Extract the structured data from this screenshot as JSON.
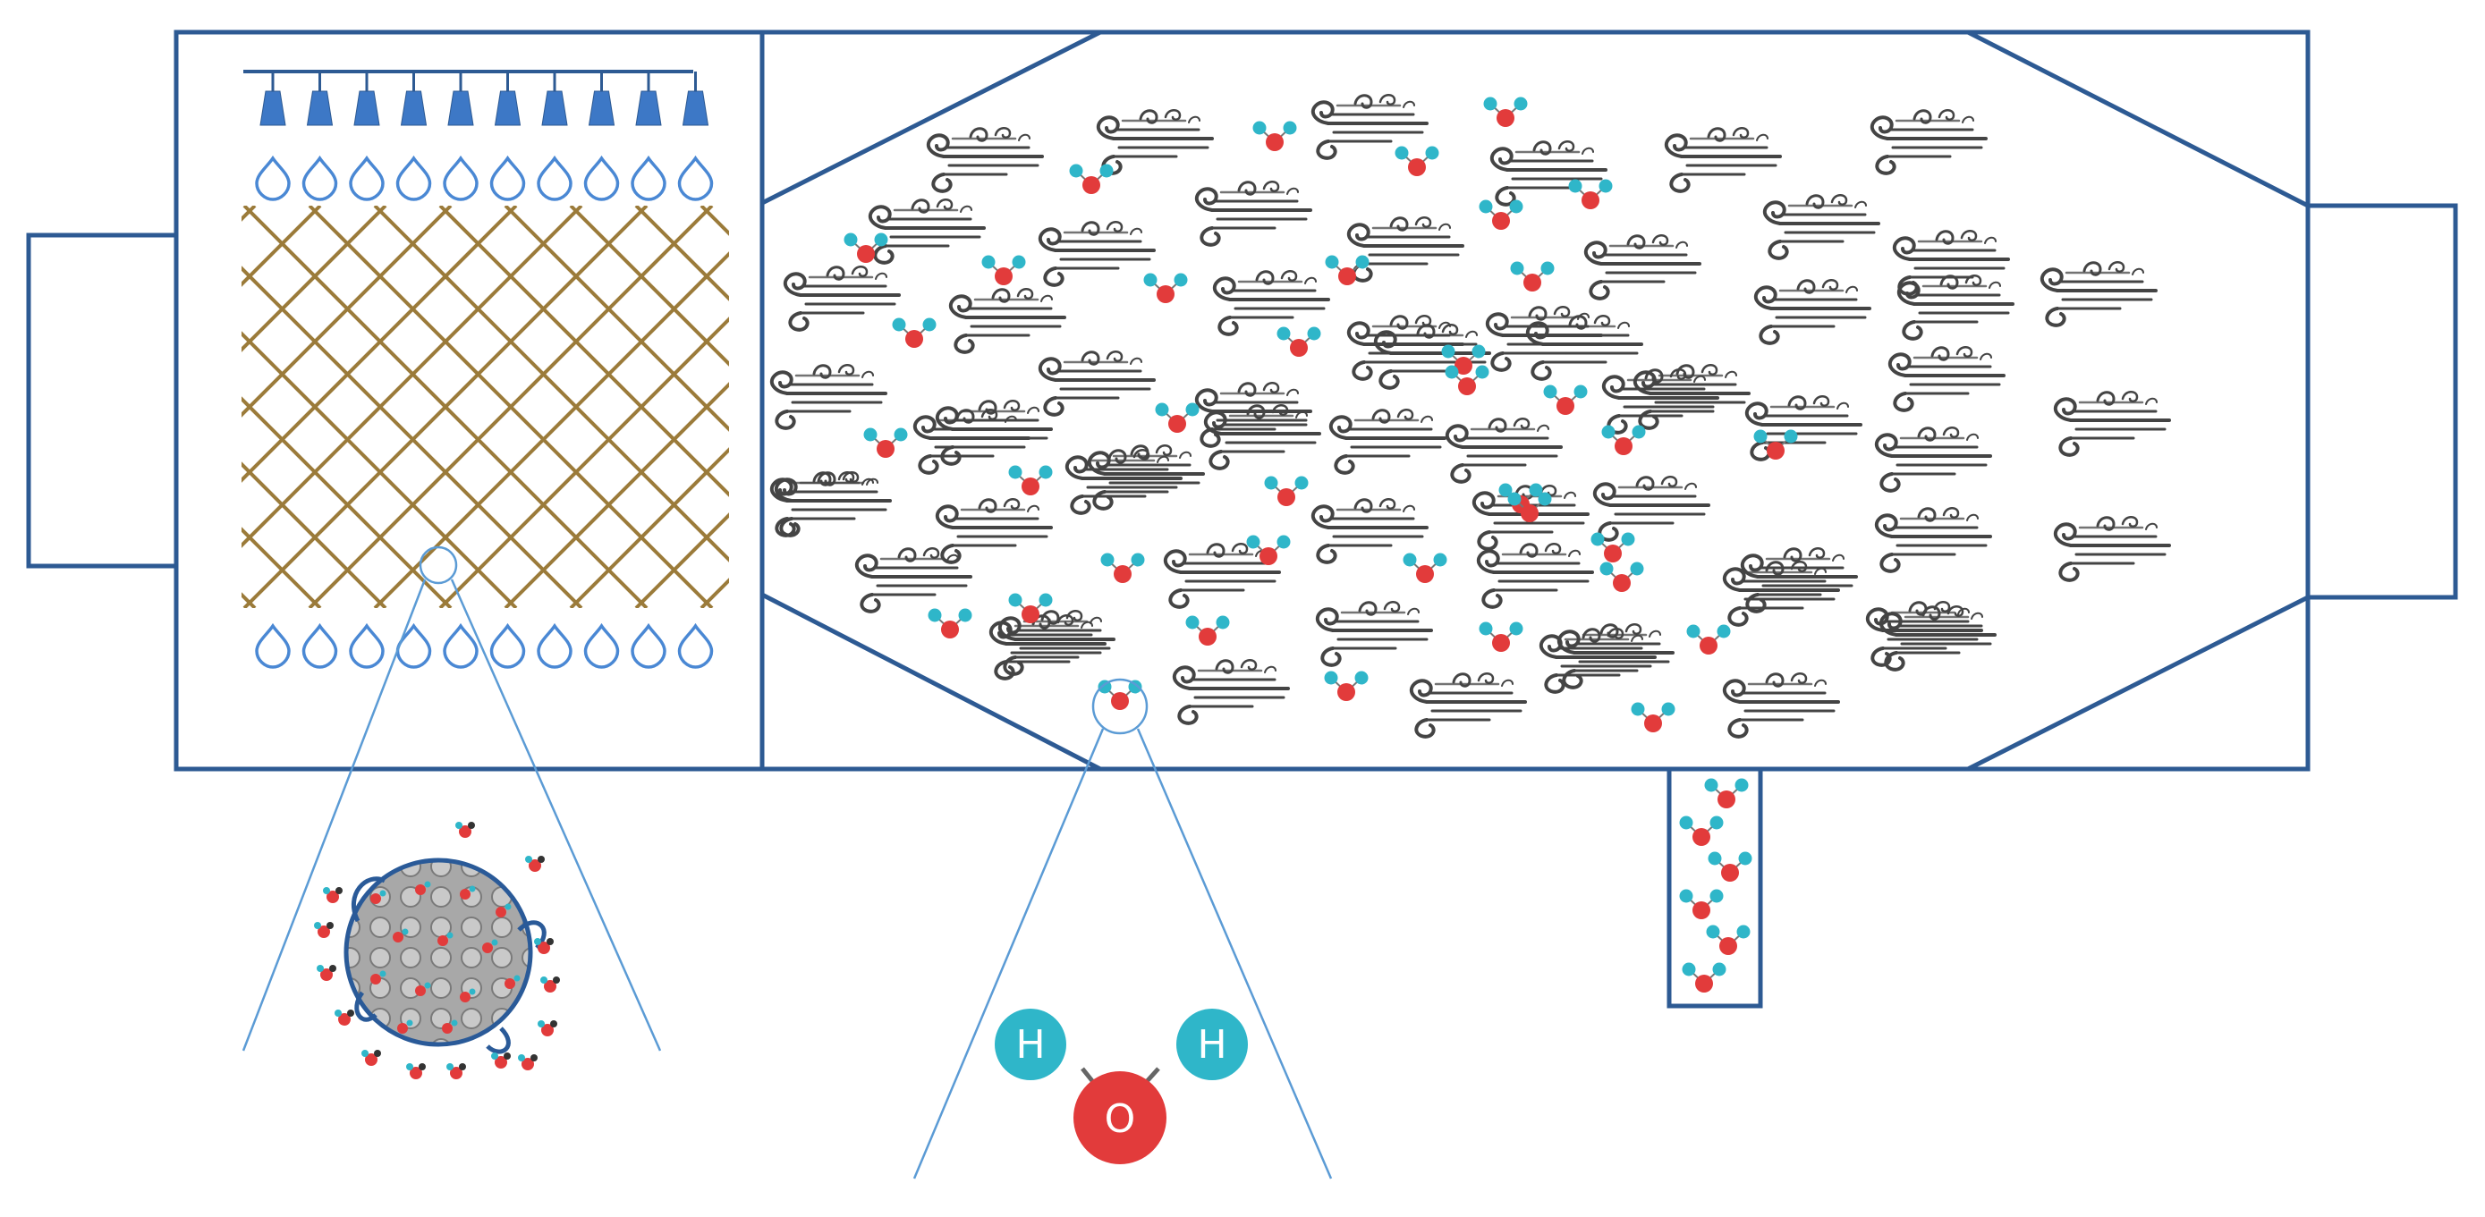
{
  "colors": {
    "duct": "#2d5a93",
    "sprayer": "#3d78c6",
    "droplet": "#4a88d4",
    "mesh": "#9b7b3a",
    "zoom_line": "#5b9bd5",
    "oxygen": "#e23b3b",
    "hydrogen": "#2fb6c9",
    "wind": "#444444",
    "particle_fill": "#a3a3a3",
    "particle_border": "#2a5a98"
  },
  "water_molecule_callout": {
    "oxygen_label": "O",
    "hydrogen_label_left": "H",
    "hydrogen_label_right": "H"
  },
  "icons": {
    "sprayer": "nozzle-icon",
    "droplet": "water-droplet-icon",
    "wind": "wind-gust-icon",
    "molecule": "water-molecule-icon",
    "particle": "porous-particle-icon"
  },
  "nozzle_count": 10,
  "droplet_rows": 2
}
